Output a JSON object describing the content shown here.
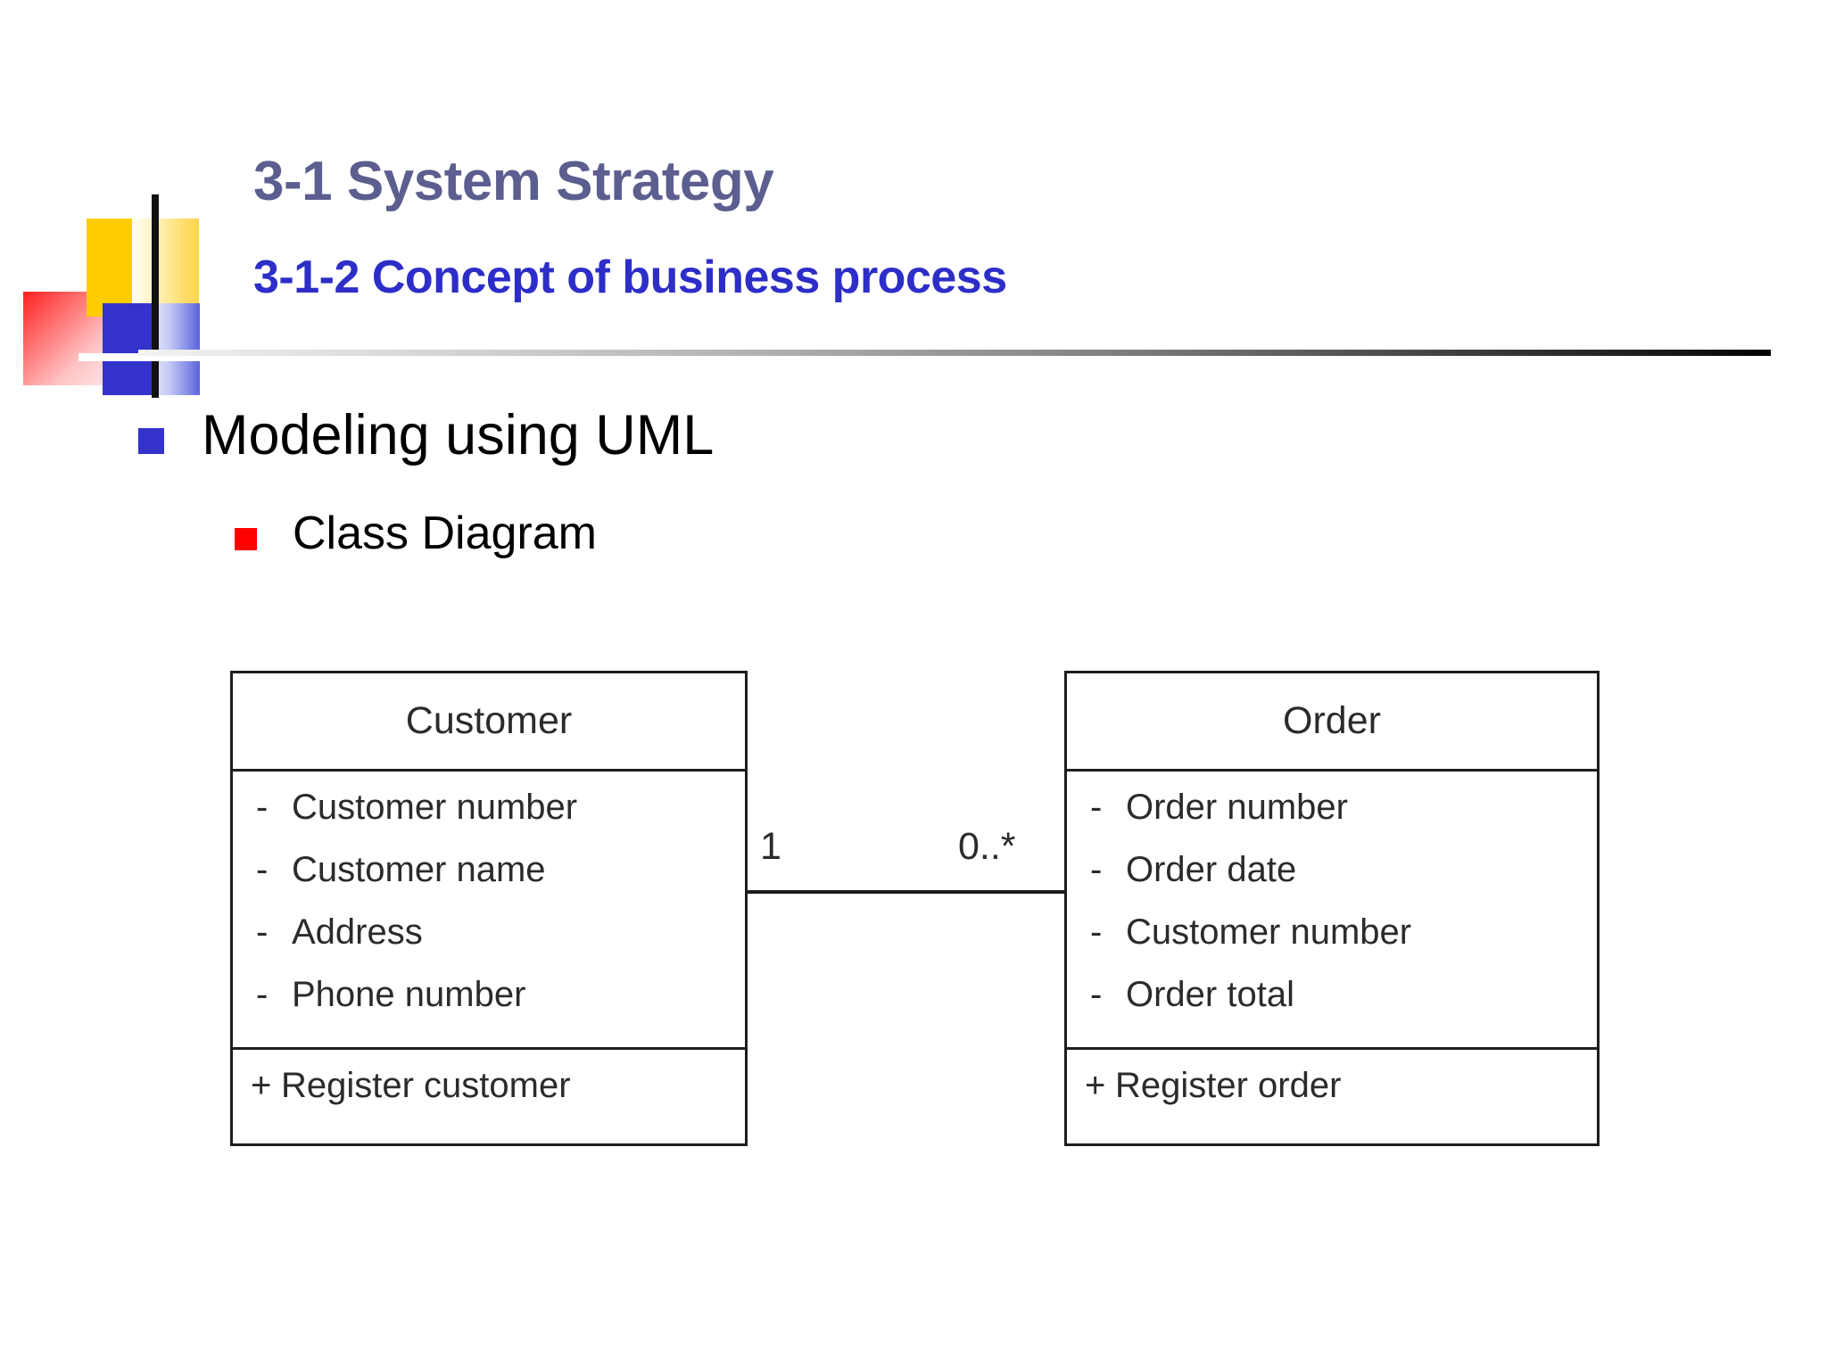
{
  "slide": {
    "title_line_1": "3-1 System Strategy",
    "title_line_2": "3-1-2 Concept of business process",
    "title_color_1": "#5C5E8F",
    "title_color_2": "#2D2DC8"
  },
  "bullets": {
    "level1": {
      "text": "Modeling using UML",
      "marker_color": "#3333CC"
    },
    "level2": {
      "text": "Class Diagram",
      "marker_color": "#FF0000"
    }
  },
  "diagram": {
    "type": "uml-class-diagram",
    "classes": [
      {
        "name": "Customer",
        "attributes": [
          {
            "visibility": "-",
            "label": "Customer number"
          },
          {
            "visibility": "-",
            "label": "Customer name"
          },
          {
            "visibility": "-",
            "label": "Address"
          },
          {
            "visibility": "-",
            "label": "Phone number"
          }
        ],
        "operations": [
          {
            "visibility": "+",
            "label": "Register customer"
          }
        ]
      },
      {
        "name": "Order",
        "attributes": [
          {
            "visibility": "-",
            "label": "Order number"
          },
          {
            "visibility": "-",
            "label": "Order date"
          },
          {
            "visibility": "-",
            "label": "Customer number"
          },
          {
            "visibility": "-",
            "label": "Order total"
          }
        ],
        "operations": [
          {
            "visibility": "+",
            "label": "Register order"
          }
        ]
      }
    ],
    "association": {
      "source_multiplicity": "1",
      "target_multiplicity": "0..*"
    }
  },
  "decoration": {
    "colors": {
      "yellow": "#FFCC00",
      "blue": "#3333CC",
      "red": "#FE2020",
      "line": "#111111"
    }
  }
}
